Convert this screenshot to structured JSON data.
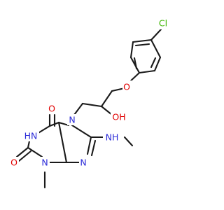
{
  "molecule": {
    "atoms": [
      {
        "id": "cl",
        "label": "Cl",
        "color": "#3cb400"
      },
      {
        "id": "o_eth",
        "label": "O",
        "color": "#e00000"
      },
      {
        "id": "o_oh",
        "label": "OH",
        "color": "#e00000"
      },
      {
        "id": "n7",
        "label": "N",
        "color": "#2a2ad8"
      },
      {
        "id": "o6",
        "label": "O",
        "color": "#e00000"
      },
      {
        "id": "n1",
        "label": "HN",
        "color": "#2a2ad8"
      },
      {
        "id": "n9",
        "label": "N",
        "color": "#2a2ad8"
      },
      {
        "id": "nh",
        "label": "NH",
        "color": "#2a2ad8"
      },
      {
        "id": "o2",
        "label": "O",
        "color": "#e00000"
      },
      {
        "id": "n3",
        "label": "N",
        "color": "#2a2ad8"
      }
    ],
    "bond_color": "#1a1a1a"
  }
}
